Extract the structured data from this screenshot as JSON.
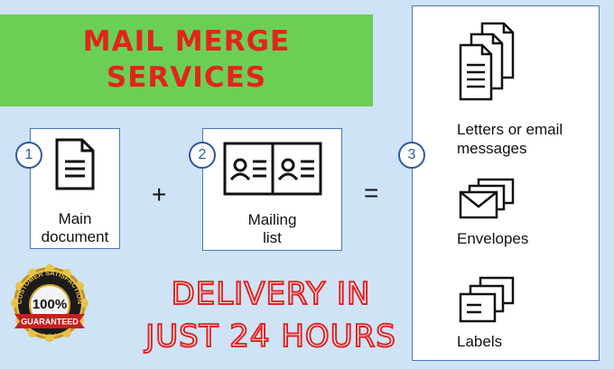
{
  "banner": {
    "line1": "MAIL MERGE",
    "line2": "SERVICES"
  },
  "steps": [
    {
      "number": "1",
      "label_line1": "Main",
      "label_line2": "document"
    },
    {
      "number": "2",
      "label_line1": "Mailing",
      "label_line2": "list"
    },
    {
      "number": "3"
    }
  ],
  "operators": {
    "plus": "+",
    "equals": "="
  },
  "outputs": {
    "letters_line1": "Letters or email",
    "letters_line2": "messages",
    "envelopes": "Envelopes",
    "labels": "Labels"
  },
  "delivery": {
    "line1": "DELIVERY IN",
    "line2": "JUST 24 HOURS"
  },
  "badge": {
    "arc_text": "CUSTOMER SATISFACTION",
    "percent": "100%",
    "ribbon": "GUARANTEED",
    "stars": "★★★"
  },
  "colors": {
    "banner_bg": "#6ccf55",
    "banner_text": "#e3241c",
    "page_bg": "#cfe3f6",
    "accent_blue": "#2c58a6",
    "delivery_red": "#e32222",
    "gold": "#d9a91e"
  }
}
